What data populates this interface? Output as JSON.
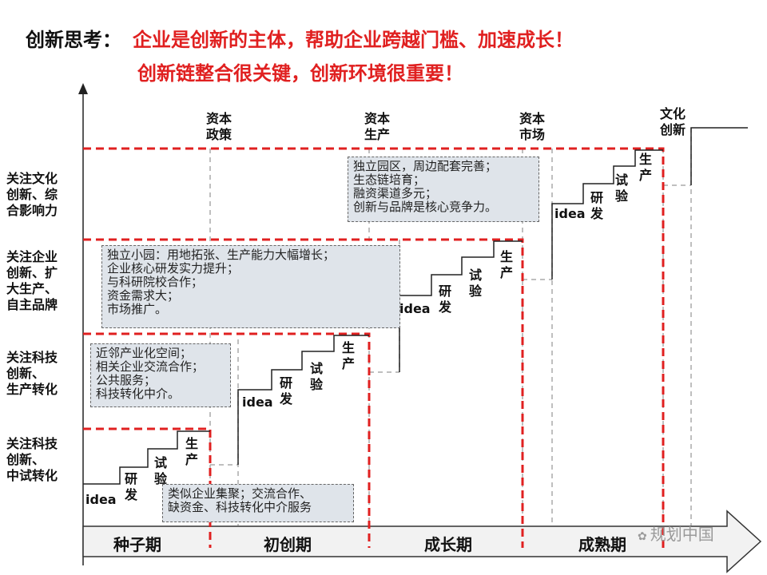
{
  "title": {
    "prefix": "创新思考：",
    "line1": "企业是创新的主体，帮助企业跨越门槛、加速成长！",
    "line2": "创新链整合很关键，创新环境很重要！"
  },
  "y_levels": [
    {
      "lines": [
        "关注文化",
        "创新、综",
        "合影响力"
      ]
    },
    {
      "lines": [
        "关注企业",
        "创新、扩",
        "大生产、",
        "自主品牌"
      ]
    },
    {
      "lines": [
        "关注科技",
        "创新、",
        "生产转化"
      ]
    },
    {
      "lines": [
        "关注科技",
        "创新、",
        "中试转化"
      ]
    }
  ],
  "capital_labels": [
    {
      "lines": [
        "资本",
        "政策"
      ]
    },
    {
      "lines": [
        "资本",
        "生产"
      ]
    },
    {
      "lines": [
        "资本",
        "市场"
      ]
    },
    {
      "lines": [
        "文化",
        "创新"
      ]
    }
  ],
  "stairs": {
    "idea": "idea",
    "yan": "研",
    "fa": "发",
    "shi": "试",
    "yan2": "验",
    "sheng": "生",
    "chan": "产"
  },
  "notes": [
    {
      "lines": [
        "类似企业集聚；交流合作、",
        "缺资金、科技转化中介服务"
      ]
    },
    {
      "lines": [
        "近邻产业化空间；",
        "相关企业交流合作；",
        "公共服务；",
        "科技转化中介。"
      ]
    },
    {
      "lines": [
        "独立小园：用地拓张、生产能力大幅增长；",
        "企业核心研发实力提升；",
        "与科研院校合作；",
        "资金需求大；",
        "市场推广。"
      ]
    },
    {
      "lines": [
        "独立园区，周边配套完善；",
        "生态链培育；",
        "融资渠道多元；",
        "创新与品牌是核心竞争力。"
      ]
    }
  ],
  "phases": [
    "种子期",
    "初创期",
    "成长期",
    "成熟期"
  ],
  "watermark": "规划中国",
  "colors": {
    "red": "#e02020",
    "gray_dash": "#aaaaaa",
    "note_bg": "#dfe4ea",
    "arrow_fill": "#f2f2f2"
  }
}
